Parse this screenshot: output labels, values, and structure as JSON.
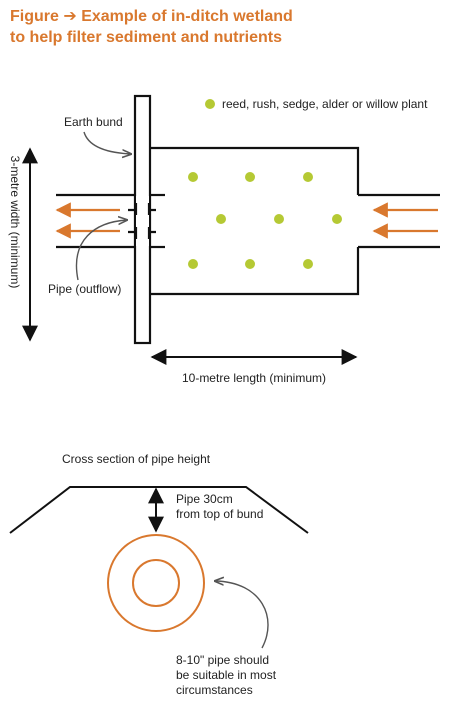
{
  "title": {
    "prefix": "Figure",
    "arrow": "➔",
    "line1_rest": "Example of in-ditch wetland",
    "line2": "to help filter sediment and nutrients"
  },
  "colors": {
    "accent": "#d9782e",
    "plant": "#b5c934",
    "line": "#111111",
    "pointer": "#555555"
  },
  "legend": {
    "plant_label": "reed, rush, sedge, alder or willow plant"
  },
  "plan_view": {
    "earth_bund_label": "Earth bund",
    "pipe_outflow_label": "Pipe (outflow)",
    "width_label": "3-metre width (minimum)",
    "length_label": "10-metre length (minimum)"
  },
  "cross_section": {
    "title": "Cross section of pipe height",
    "pipe_height_line1": "Pipe 30cm",
    "pipe_height_line2": "from top of bund",
    "pipe_size_line1": "8-10\" pipe should",
    "pipe_size_line2": "be suitable in most",
    "pipe_size_line3": "circumstances"
  }
}
